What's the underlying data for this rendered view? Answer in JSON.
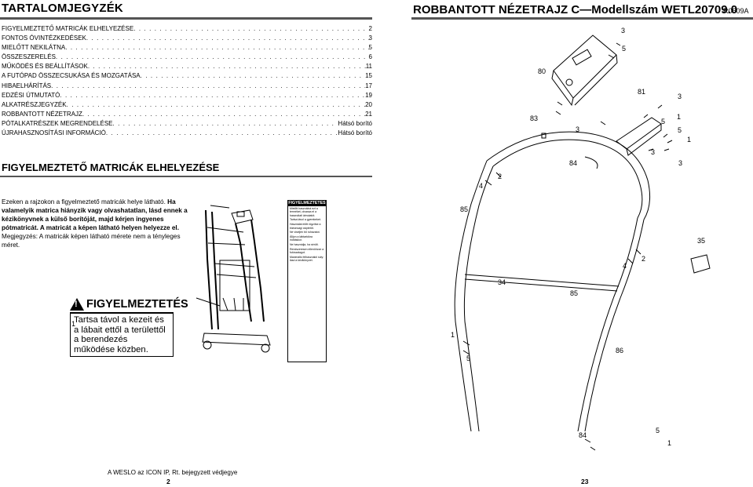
{
  "left_page": {
    "title": "TARTALOMJEGYZÉK",
    "toc": [
      {
        "label": "FIGYELMEZTETŐ MATRICÁK ELHELYEZÉSE",
        "page": "2"
      },
      {
        "label": "FONTOS ÓVINTÉZKEDÉSEK",
        "page": "3"
      },
      {
        "label": "MIELŐTT NEKILÁTNA",
        "page": "5"
      },
      {
        "label": "ÖSSZESZERELÉS",
        "page": "6"
      },
      {
        "label": "MŰKÖDÉS ÉS BEÁLLÍTÁSOK",
        "page": "11"
      },
      {
        "label": "A FUTÓPAD ÖSSZECSUKÁSA ÉS MOZGATÁSA",
        "page": "15"
      },
      {
        "label": "HIBAELHÁRÍTÁS",
        "page": "17"
      },
      {
        "label": "EDZÉSI ÚTMUTATÓ",
        "page": "19"
      },
      {
        "label": "ALKATRÉSZJEGYZÉK",
        "page": "20"
      },
      {
        "label": "ROBBANTOTT NÉZETRAJZ",
        "page": "21"
      },
      {
        "label": "PÓTALKATRÉSZEK MEGRENDELÉSE",
        "page": "Hátsó borító"
      },
      {
        "label": "ÚJRAHASZNOSÍTÁSI INFORMÁCIÓ",
        "page": "Hátsó borító"
      }
    ],
    "section_title": "FIGYELMEZTETŐ MATRICÁK ELHELYEZÉSE",
    "intro_1": "Ezeken a rajzokon a figyelmeztető matricák helye látható.",
    "intro_2_bold": "Ha valamelyik matrica hiányzik vagy olvashatatlan, lásd ennek a kézikönyvnek a külső borítóját, majd kérjen ingyenes pótmatricát. A matricát a képen látható helyen helyezze el.",
    "intro_3": "Megjegyzés: A matricák képen látható mérete nem a tényleges méret.",
    "warning_decal": {
      "header": "FIGYELMEZTETÉS",
      "text": "Tartsa távol a kezeit és a lábait ettől a területtől a berendezés működése közben."
    },
    "callout": "1",
    "small_decal": {
      "header": "FIGYELMEZTETÉS",
      "lines": [
        "Mielőtt használná ezt a terméket, olvassa el a használati útmutatót.",
        "Tartsa távol a gyerekeket.",
        "Használat előtt rögzítse a biztonsági csiptetőt.",
        "Ne viseljen bő ruházatot.",
        "Álljon a lábtartókra indításkor.",
        "Ne használja, ha sérült.",
        "Rendszeresen ellenőrizze a futószalagot.",
        "Maximális felhasználói súly: lásd a kézikönyvet."
      ]
    },
    "footnote": "A WESLO az ICON IP, Rt. bejegyzett védjegye",
    "page_number": "2"
  },
  "right_page": {
    "title": "ROBBANTOTT NÉZETRAJZ C—Modellszám WETL20709.0",
    "code": "R0609A",
    "part_labels": [
      "3",
      "5",
      "80",
      "81",
      "3",
      "83",
      "3",
      "5",
      "1",
      "5",
      "1",
      "3",
      "3",
      "84",
      "4",
      "2",
      "85",
      "35",
      "4",
      "2",
      "34",
      "85",
      "1",
      "5",
      "86",
      "84",
      "5",
      "1"
    ],
    "page_number": "23"
  },
  "colors": {
    "rule": "#555555",
    "ink": "#000000"
  }
}
